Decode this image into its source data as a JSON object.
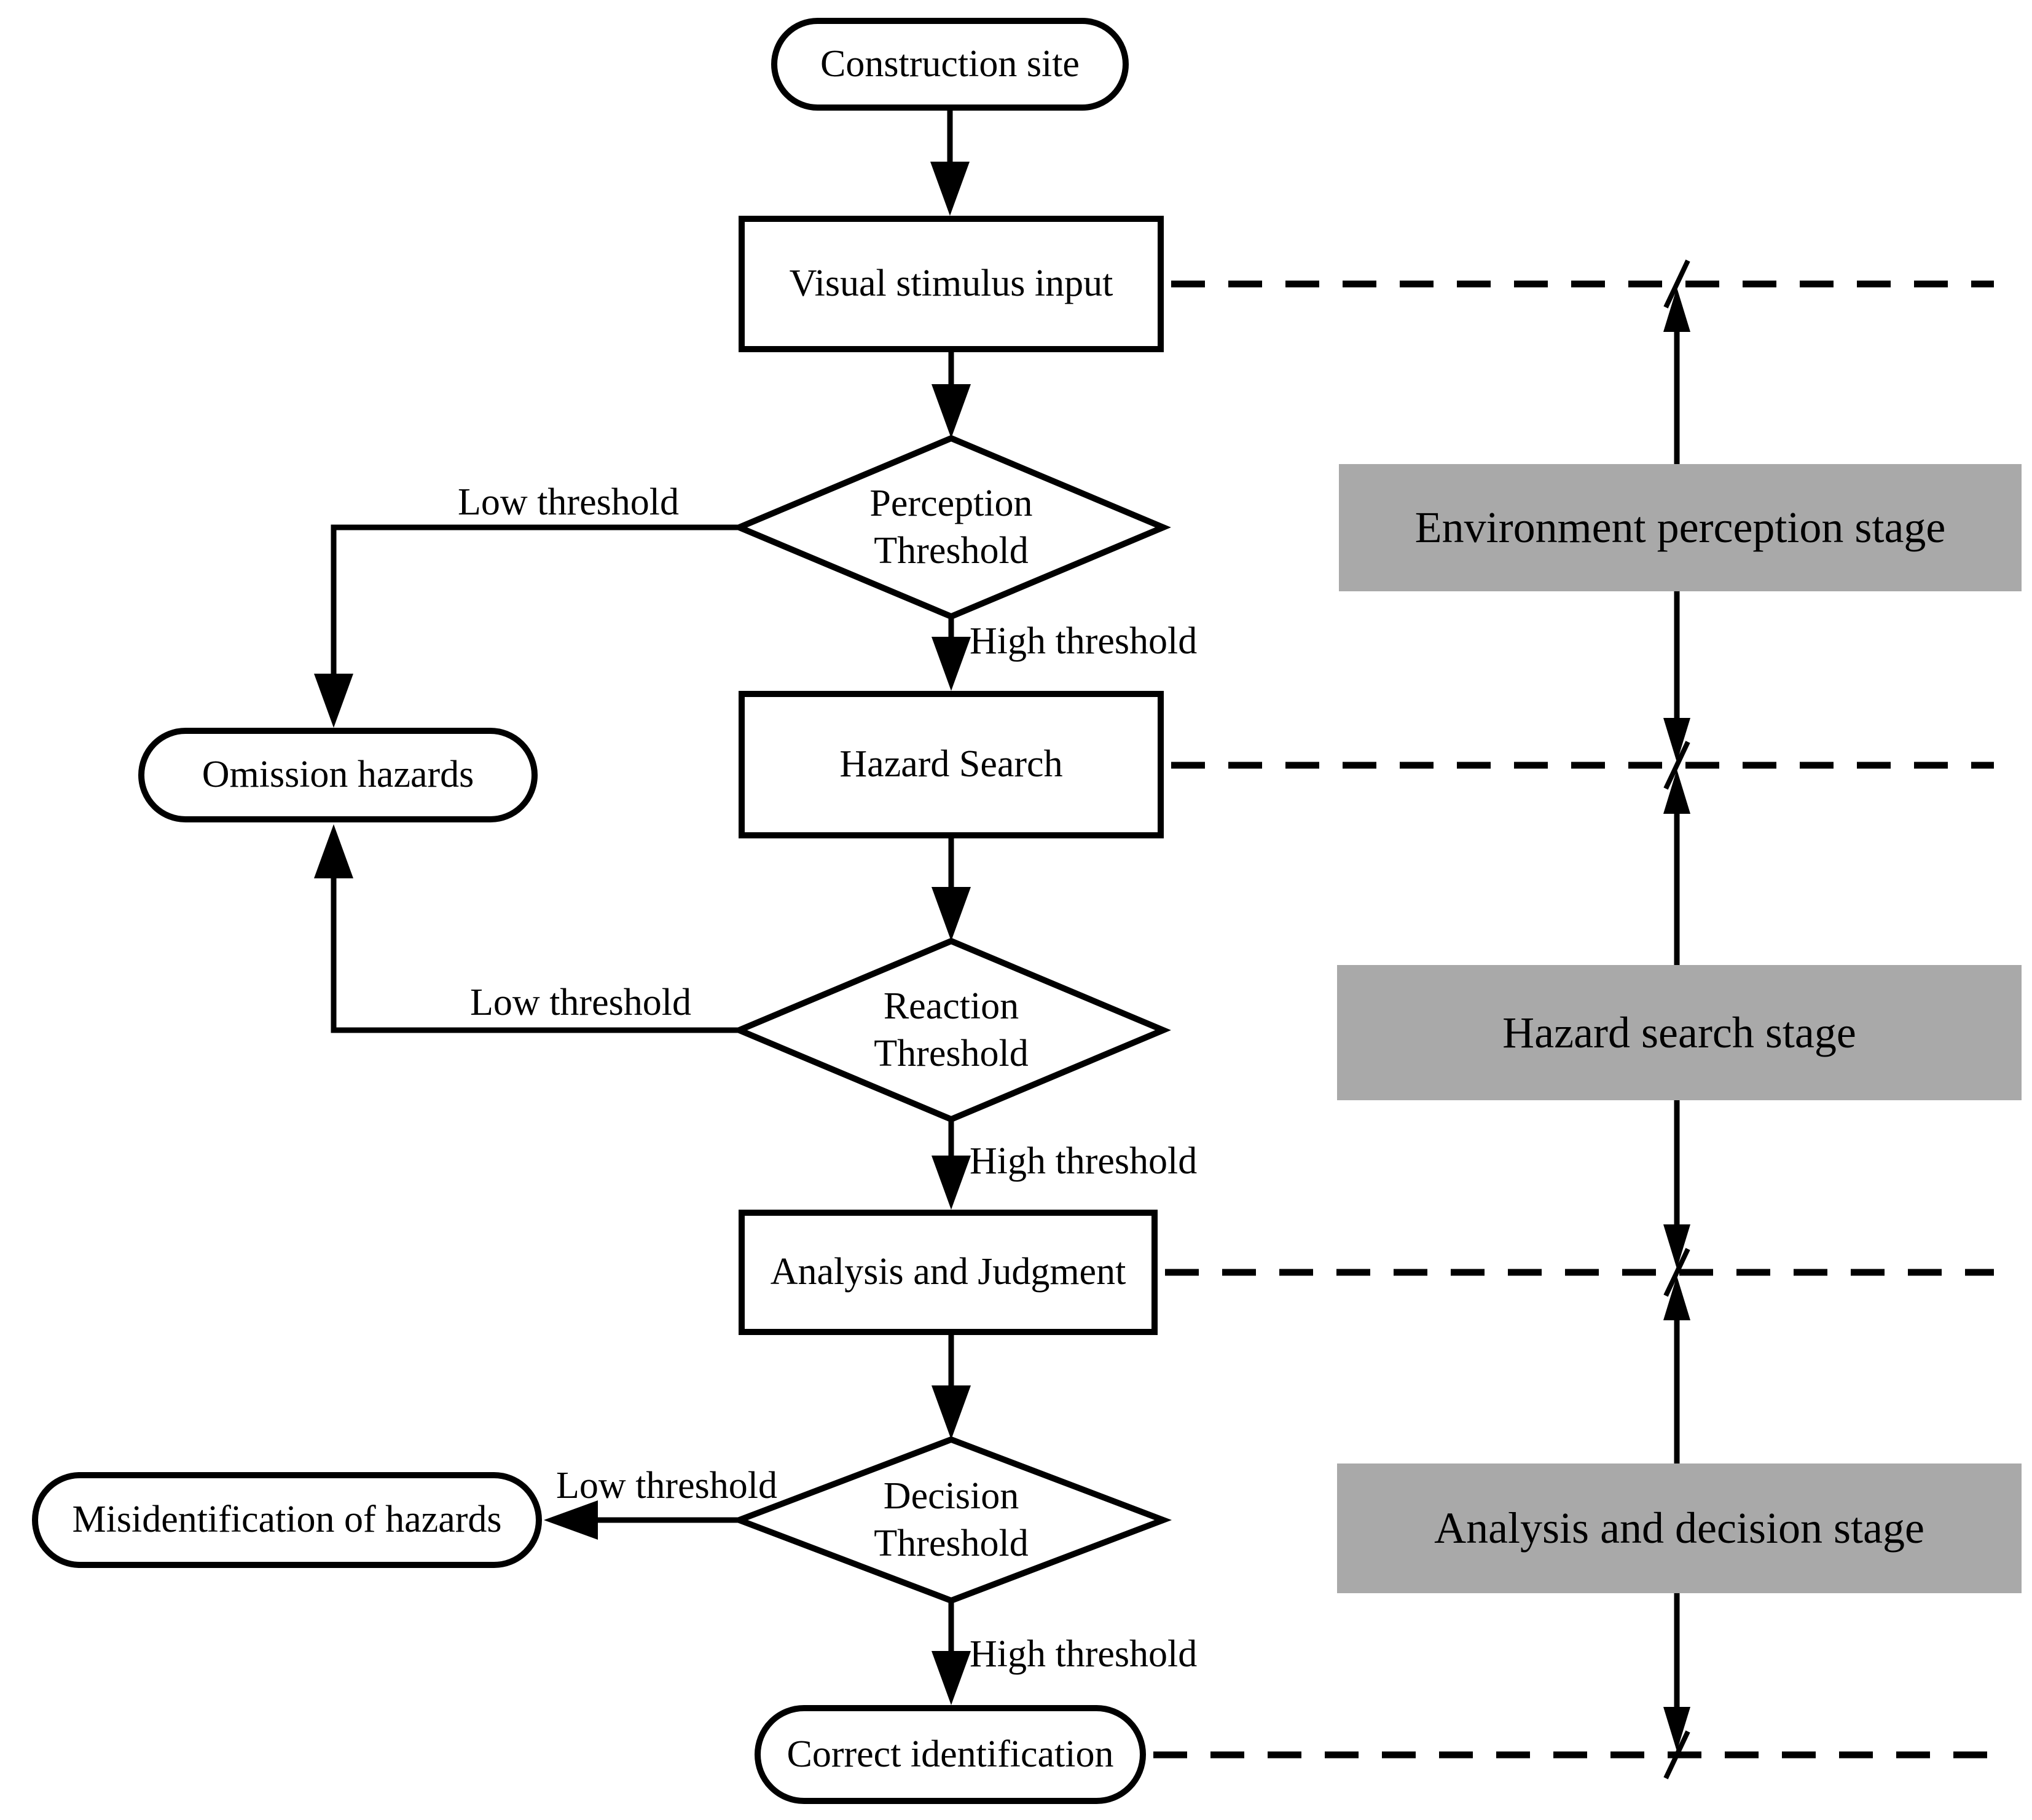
{
  "diagram": {
    "nodes": {
      "construction_site": {
        "label": "Construction site"
      },
      "visual_stimulus": {
        "label": "Visual stimulus input"
      },
      "perception_threshold": {
        "line1": "Perception",
        "line2": "Threshold"
      },
      "omission_hazards": {
        "label": "Omission hazards"
      },
      "hazard_search": {
        "label": "Hazard Search"
      },
      "reaction_threshold": {
        "line1": "Reaction",
        "line2": "Threshold"
      },
      "analysis_judgment": {
        "label": "Analysis and Judgment"
      },
      "decision_threshold": {
        "line1": "Decision",
        "line2": "Threshold"
      },
      "misidentification": {
        "label": "Misidentification of hazards"
      },
      "correct_identification": {
        "label": "Correct identification"
      }
    },
    "edge_labels": {
      "perception_low": "Low threshold",
      "perception_high": "High threshold",
      "reaction_low": "Low threshold",
      "reaction_high": "High threshold",
      "decision_low": "Low threshold",
      "decision_high": "High threshold"
    },
    "stages": [
      {
        "label": "Environment perception stage"
      },
      {
        "label": "Hazard search stage"
      },
      {
        "label": "Analysis and decision stage"
      }
    ],
    "colors": {
      "stage_fill": "#a9a9a9",
      "line": "#000000",
      "background": "#ffffff"
    }
  }
}
